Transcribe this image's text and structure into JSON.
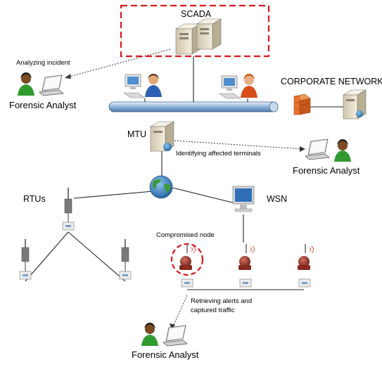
{
  "labels": {
    "scada": "SCADA",
    "corporate": "CORPORATE NETWORK",
    "mtu": "MTU",
    "rtus": "RTUs",
    "wsn": "WSN",
    "analyzing": "Analyzing incident",
    "identifying": "Identifying affected terminals",
    "compromised": "Compromised node",
    "retrieving_line1": "Retrieving alerts and",
    "retrieving_line2": "captured traffic",
    "analyst_1": "Forensic Analyst",
    "analyst_2": "Forensic Analyst",
    "analyst_3": "Forensic Analyst"
  },
  "colors": {
    "scada_border": "#d9181e",
    "compromised_ring": "#d9181e",
    "bus": "#7fa6cf",
    "server": "#e7dfc8",
    "firewall": "#e8742c",
    "globe": "#2f7fc6",
    "sensor": "#a0342a"
  },
  "icons": [
    "server-icon",
    "workstation-icon",
    "user-icon",
    "laptop-icon",
    "firewall-icon",
    "globe-icon",
    "monitor-icon",
    "rtu-icon",
    "sensor-icon",
    "mote-icon"
  ]
}
